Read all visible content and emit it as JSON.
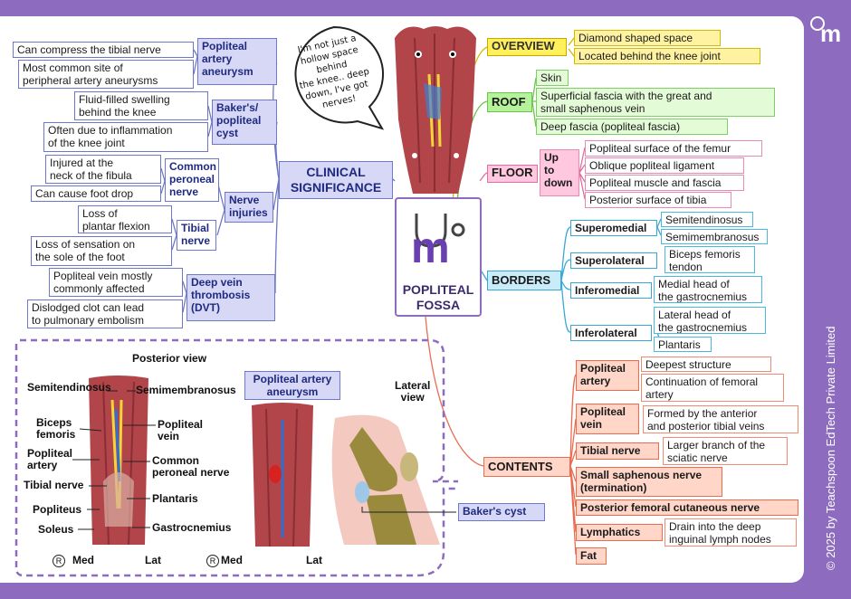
{
  "center": {
    "title": "POPLITEAL\nFOSSA",
    "logo_letter": "m"
  },
  "speech": "I'm not just a\nhollow space behind\nthe knee.. deep\ndown, I've got\nnerves!",
  "overview": {
    "label": "OVERVIEW",
    "items": [
      "Diamond shaped space",
      "Located behind the knee joint"
    ]
  },
  "roof": {
    "label": "ROOF",
    "items": [
      "Skin",
      "Superficial fascia with the great and\nsmall saphenous vein",
      "Deep fascia (popliteal fascia)"
    ]
  },
  "floor": {
    "label": "FLOOR",
    "direction": "Up\nto\ndown",
    "items": [
      "Popliteal surface of the femur",
      "Oblique popliteal ligament",
      "Popliteal muscle and fascia",
      "Posterior surface of tibia"
    ]
  },
  "borders": {
    "label": "BORDERS",
    "groups": [
      {
        "label": "Superomedial",
        "items": [
          "Semitendinosus",
          "Semimembranosus"
        ]
      },
      {
        "label": "Superolateral",
        "items": [
          "Biceps femoris\ntendon"
        ]
      },
      {
        "label": "Inferomedial",
        "items": [
          "Medial head of\nthe gastrocnemius"
        ]
      },
      {
        "label": "Inferolateral",
        "items": [
          "Lateral head of\nthe gastrocnemius",
          "Plantaris"
        ]
      }
    ]
  },
  "contents": {
    "label": "CONTENTS",
    "groups": [
      {
        "label": "Popliteal\nartery",
        "items": [
          "Deepest structure",
          "Continuation of femoral\nartery"
        ]
      },
      {
        "label": "Popliteal\nvein",
        "items": [
          "Formed by the anterior\nand posterior tibial veins"
        ]
      },
      {
        "label": "Tibial nerve",
        "items": [
          "Larger branch of the\nsciatic nerve"
        ]
      },
      {
        "label": "Small saphenous nerve\n(termination)",
        "items": []
      },
      {
        "label": "Posterior femoral cutaneous nerve",
        "items": []
      },
      {
        "label": "Lymphatics",
        "items": [
          "Drain into the deep\ninguinal lymph nodes"
        ]
      },
      {
        "label": "Fat",
        "items": []
      }
    ]
  },
  "clinical": {
    "label": "CLINICAL\nSIGNIFICANCE",
    "aneurysm": {
      "label": "Popliteal\nartery\naneurysm",
      "items": [
        "Can compress the tibial nerve",
        "Most common site of\nperipheral artery aneurysms"
      ]
    },
    "bakers": {
      "label": "Baker's/\npopliteal\ncyst",
      "items": [
        "Fluid-filled swelling\nbehind the knee",
        "Often due to inflammation\nof the knee joint"
      ]
    },
    "nerve": {
      "label": "Nerve\ninjuries",
      "peroneal": {
        "label": "Common\nperoneal\nnerve",
        "items": [
          "Injured at the\nneck of the fibula",
          "Can cause foot drop"
        ]
      },
      "tibial": {
        "label": "Tibial\nnerve",
        "items": [
          "Loss of\nplantar flexion",
          "Loss of sensation on\nthe sole of the foot"
        ]
      }
    },
    "dvt": {
      "label": "Deep vein\nthrombosis\n(DVT)",
      "items": [
        "Popliteal vein mostly\ncommonly affected",
        "Dislodged clot can lead\nto pulmonary embolism"
      ]
    }
  },
  "figure": {
    "posterior_title": "Posterior view",
    "left_labels": [
      "Semitendinosus",
      "Biceps\nfemoris",
      "Popliteal\nartery",
      "Tibial nerve",
      "Popliteus",
      "Soleus"
    ],
    "right_labels": [
      "Semimembranosus",
      "Popliteal\nvein",
      "Common\nperoneal nerve",
      "Plantaris",
      "Gastrocnemius"
    ],
    "med": "Med",
    "lat": "Lat",
    "r_mark": "R",
    "aneurysm_title": "Popliteal artery\naneurysm",
    "lateral_title": "Lateral\nview",
    "bakers_label": "Baker's cyst"
  },
  "copyright": "© 2025 by Teachspoon EdTech Private Limited",
  "colors": {
    "frame": "#8d6bbf",
    "clinical": "#6f78c8",
    "overview": "#d5b800",
    "roof": "#6ac54a",
    "floor": "#e26ea3",
    "borders": "#3aa8d4",
    "contents": "#ea6d52",
    "muscle": "#b2454a"
  }
}
